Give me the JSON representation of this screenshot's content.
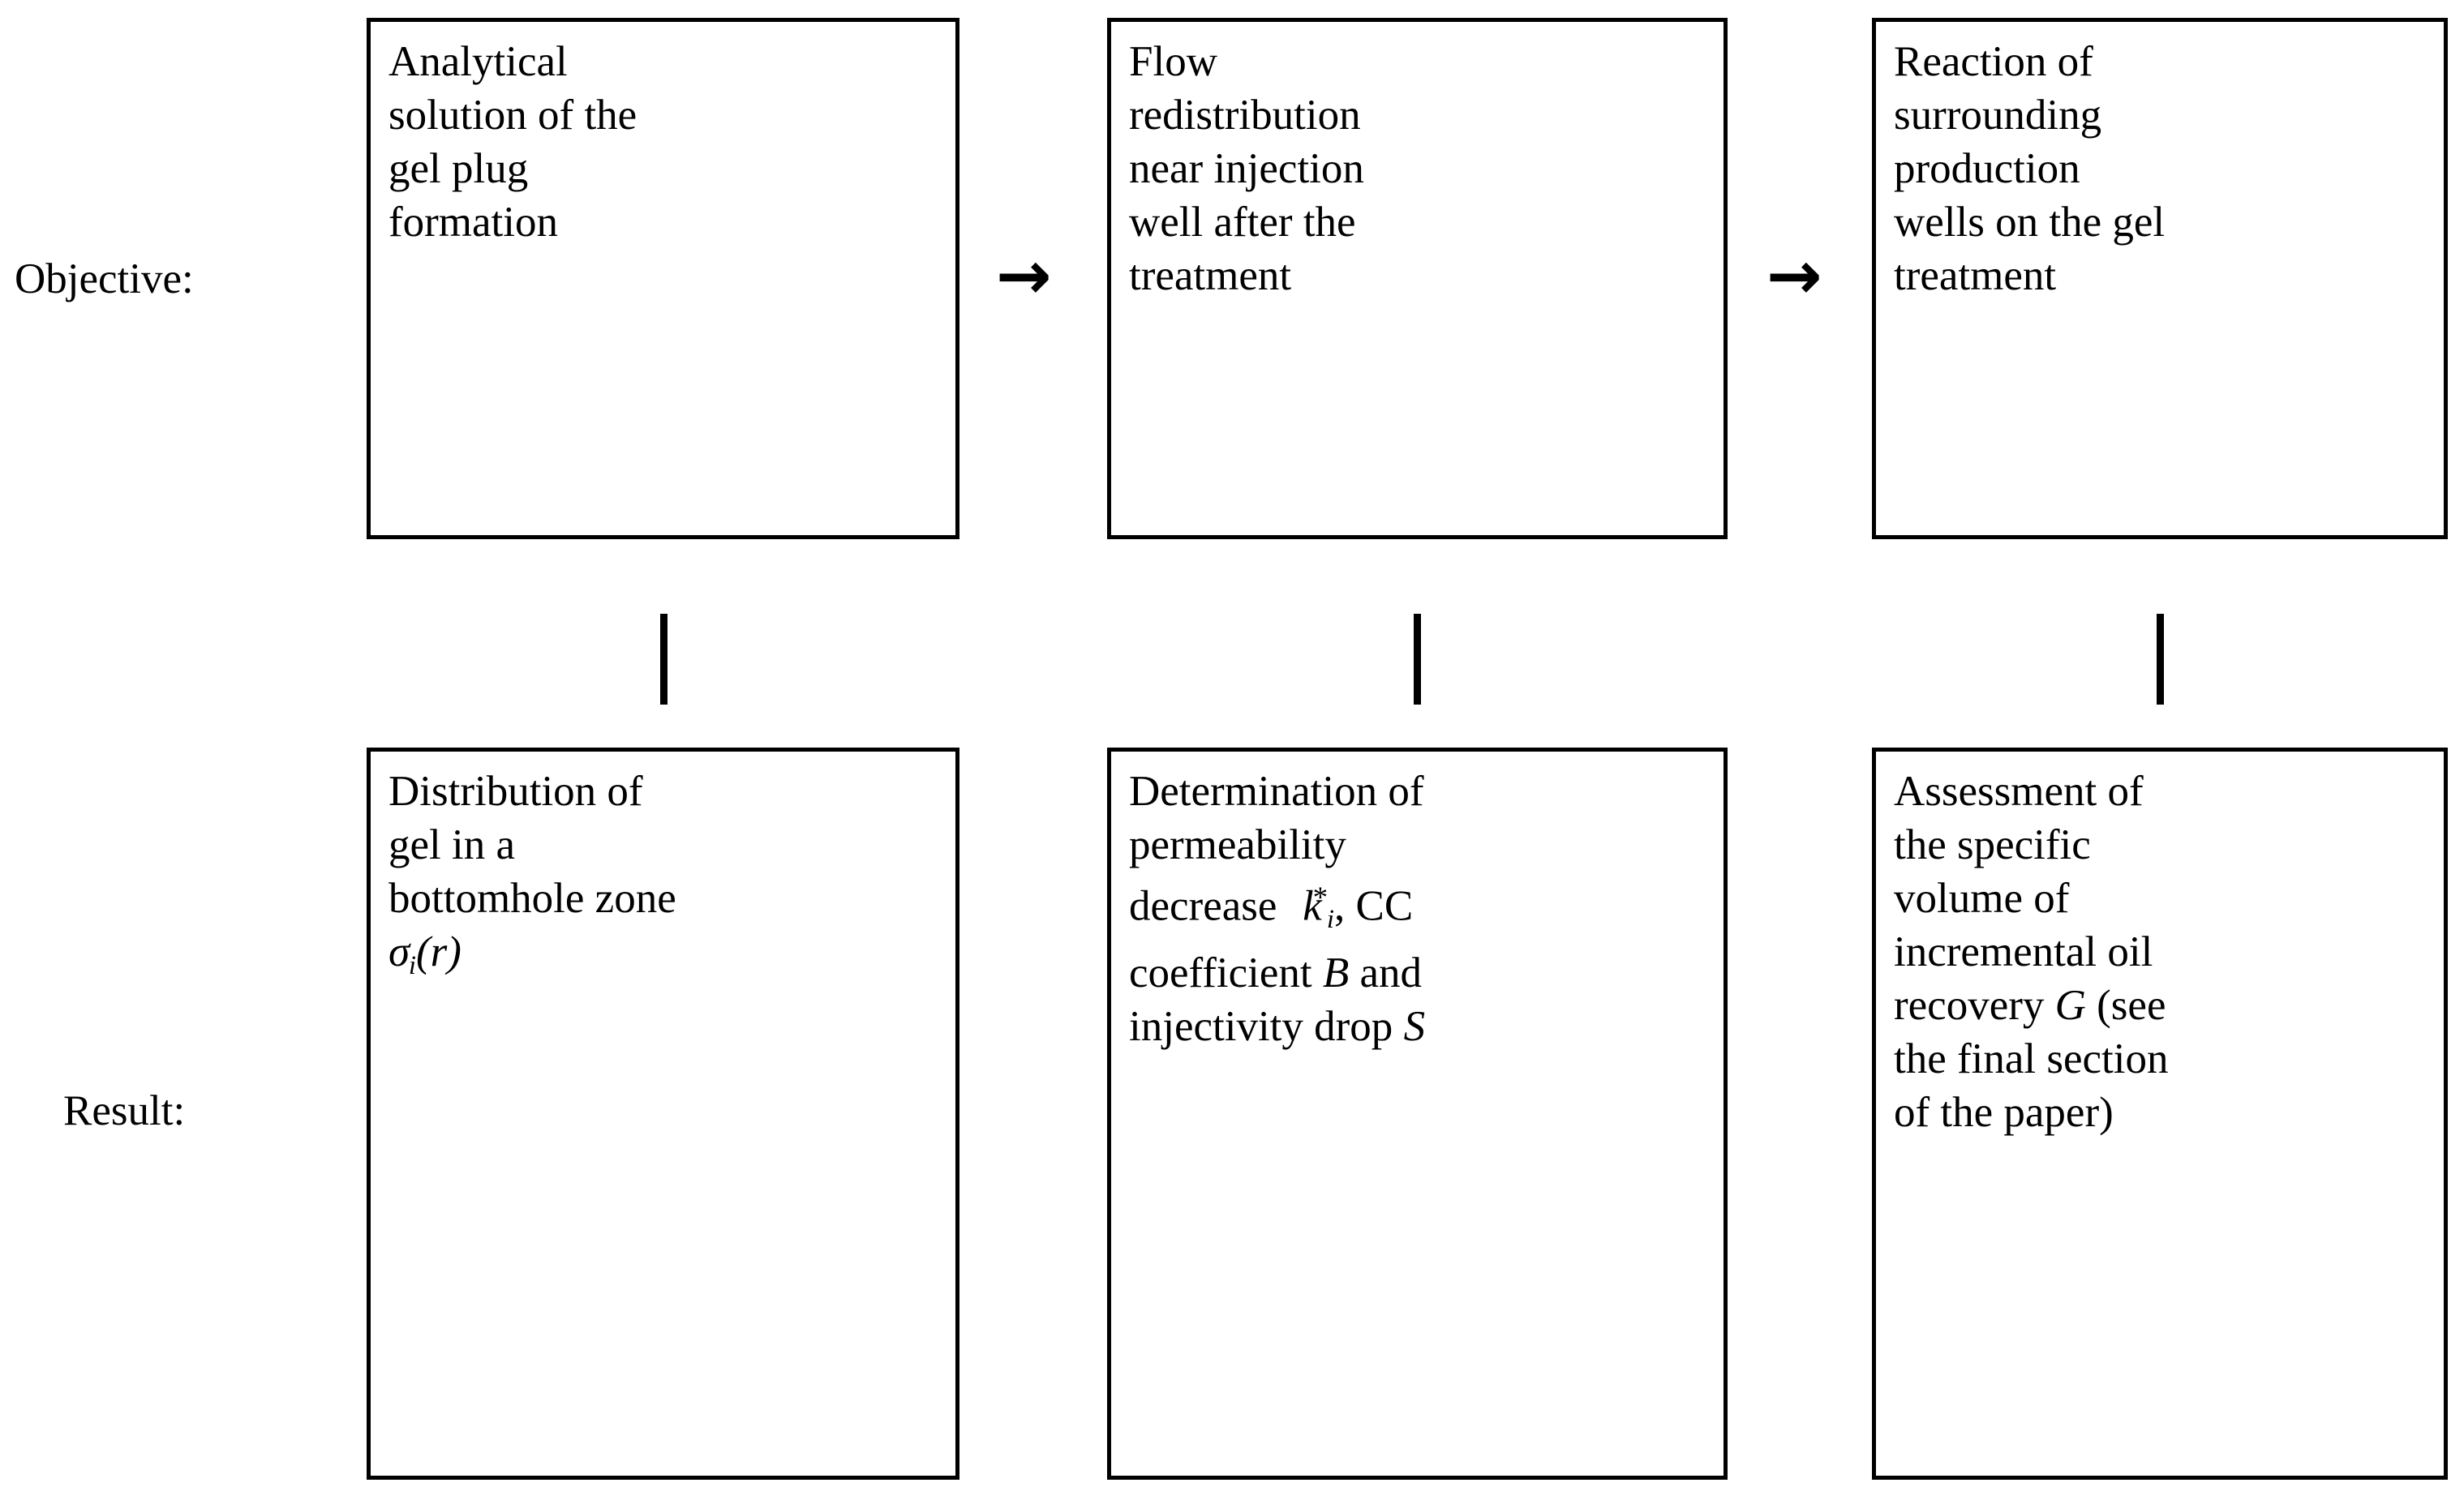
{
  "diagram": {
    "type": "flow-diagram",
    "rows": [
      {
        "id": "objective",
        "label": "Objective:"
      },
      {
        "id": "result",
        "label": "Result:"
      }
    ],
    "connectors": {
      "arrow_glyph": "→",
      "arrow_count": 2,
      "vertical_bar_count": 3
    },
    "columns": [
      {
        "index": 1,
        "objective_text": "Analytical solution of the gel plug formation",
        "result_text": "Distribution of gel in a bottomhole zone σᵢ(r)",
        "result_lines": [
          "Distribution of",
          "gel in a",
          "bottomhole zone"
        ],
        "result_math": {
          "symbol": "σ",
          "subscript": "i",
          "argument": "(r)"
        }
      },
      {
        "index": 2,
        "objective_text": "Flow redistribution near injection well after the treatment",
        "result_lines_pre": [
          "Determination of",
          "permeability"
        ],
        "result_math_line_prefix": "decrease",
        "result_math": {
          "symbol": "k",
          "subscript": "i",
          "superscript": "*"
        },
        "result_math_line_suffix": ", CC",
        "result_lines_post": [
          "coefficient B and",
          "injectivity drop S"
        ],
        "result_italic_vars": [
          "B",
          "S"
        ]
      },
      {
        "index": 3,
        "objective_text": "Reaction of surrounding production wells on the gel treatment",
        "result_lines": [
          "Assessment of",
          "the specific",
          "volume of",
          "incremental oil",
          "recovery G (see",
          "the final section",
          "of the paper)"
        ],
        "result_italic_vars": [
          "G"
        ]
      }
    ]
  },
  "boxes": {
    "objective_1": {
      "lines": [
        "Analytical",
        "solution of the",
        "gel plug",
        "formation"
      ]
    },
    "objective_2": {
      "lines": [
        "Flow",
        "redistribution",
        "near injection",
        "well after the",
        "treatment"
      ]
    },
    "objective_3": {
      "lines": [
        "Reaction of",
        "surrounding",
        "production",
        "wells on the gel",
        "treatment"
      ]
    },
    "result_1": {
      "lines": [
        "Distribution of",
        "gel in a",
        "bottomhole zone"
      ],
      "math_sigma": "σ",
      "math_sigma_sub": "i",
      "math_sigma_arg": "(r)"
    },
    "result_2": {
      "lines_pre": [
        "Determination of",
        "permeability"
      ],
      "math_prefix": "decrease",
      "math_k": "k",
      "math_k_sub": "i",
      "math_k_sup": "*",
      "math_suffix": ", CC",
      "line_coefficient_a": "coefficient",
      "line_coefficient_var": "B",
      "line_coefficient_b": "and",
      "line_injectivity_a": "injectivity drop",
      "line_injectivity_var": "S"
    },
    "result_3": {
      "lines_pre": [
        "Assessment of",
        "the specific",
        "volume of",
        "incremental oil"
      ],
      "line_recovery_a": "recovery",
      "line_recovery_var": "G",
      "line_recovery_b": "(see",
      "lines_post": [
        "the final section",
        "of the paper)"
      ]
    }
  },
  "arrows": {
    "arrow_1": "→",
    "arrow_2": "→"
  },
  "colors": {
    "background": "#ffffff",
    "stroke": "#000000",
    "text": "#000000"
  }
}
